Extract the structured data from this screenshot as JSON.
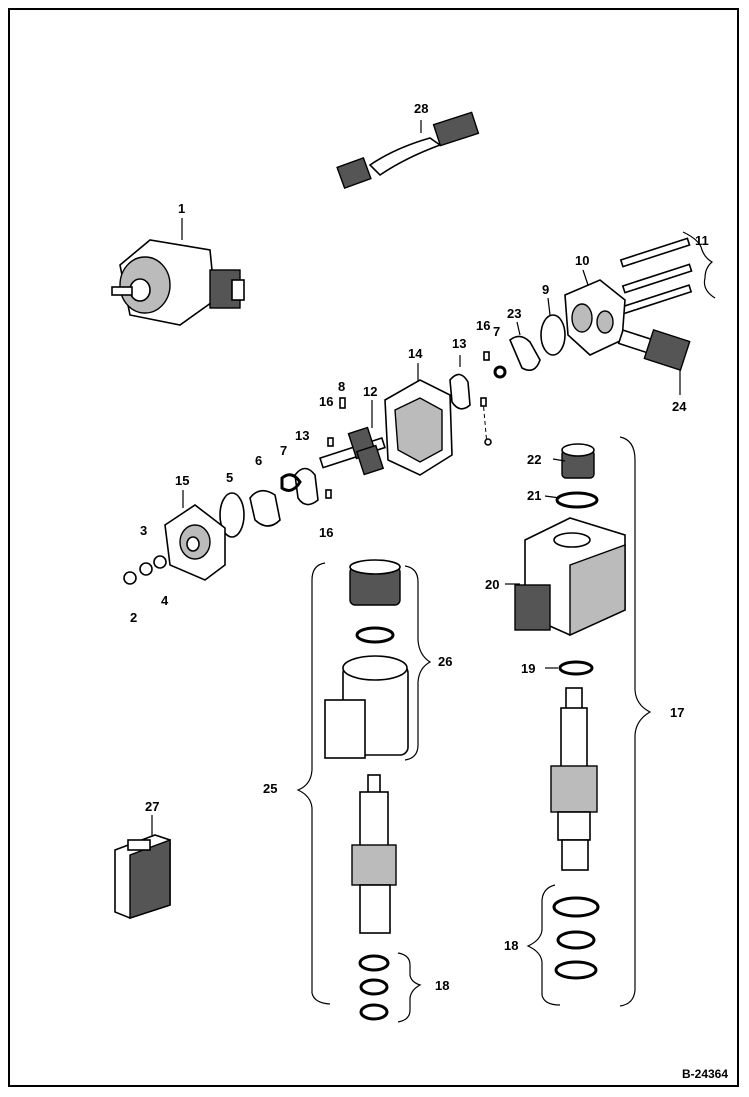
{
  "figure": {
    "reference_code": "B-24364",
    "callouts": {
      "c1": "1",
      "c2": "2",
      "c3": "3",
      "c4": "4",
      "c5": "5",
      "c6": "6",
      "c7a": "7",
      "c7b": "7",
      "c8": "8",
      "c9": "9",
      "c10": "10",
      "c11": "11",
      "c12": "12",
      "c13a": "13",
      "c13b": "13",
      "c14": "14",
      "c15": "15",
      "c16a": "16",
      "c16b": "16",
      "c16c": "16",
      "c17": "17",
      "c18a": "18",
      "c18b": "18",
      "c19": "19",
      "c20": "20",
      "c21": "21",
      "c22": "22",
      "c23": "23",
      "c24": "24",
      "c25": "25",
      "c26": "26",
      "c27": "27",
      "c28": "28"
    }
  }
}
